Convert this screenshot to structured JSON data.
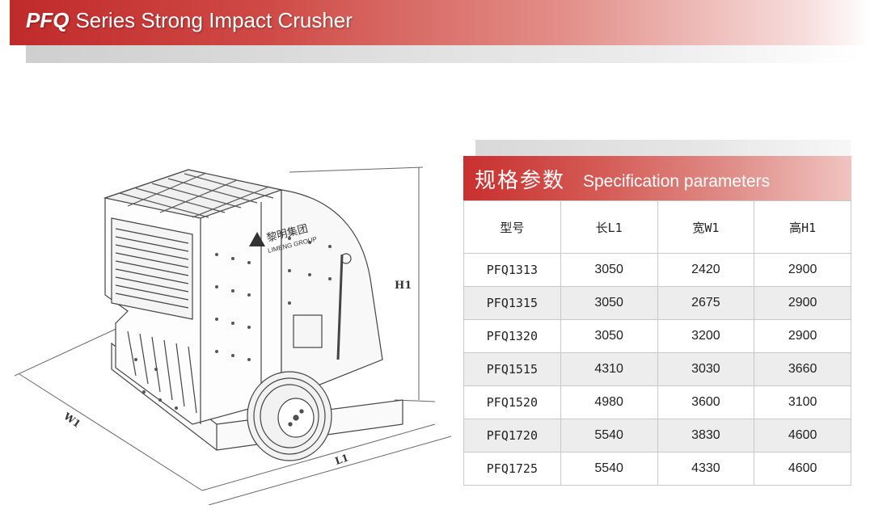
{
  "header": {
    "title_prefix": "PFQ",
    "title_rest": "Series Strong Impact Crusher"
  },
  "figure": {
    "logo_cn": "黎明集团",
    "logo_en": "LIMENG GROUP",
    "dim_h": "H1",
    "dim_w": "W1",
    "dim_l": "L1"
  },
  "spec": {
    "title_cn": "规格参数",
    "title_en": "Specification parameters",
    "columns": [
      "型号",
      "长L1",
      "宽W1",
      "高H1"
    ],
    "rows": [
      [
        "PFQ1313",
        "3050",
        "2420",
        "2900"
      ],
      [
        "PFQ1315",
        "3050",
        "2675",
        "2900"
      ],
      [
        "PFQ1320",
        "3050",
        "3200",
        "2900"
      ],
      [
        "PFQ1515",
        "4310",
        "3030",
        "3660"
      ],
      [
        "PFQ1520",
        "4980",
        "3600",
        "3100"
      ],
      [
        "PFQ1720",
        "5540",
        "3830",
        "4600"
      ],
      [
        "PFQ1725",
        "5540",
        "4330",
        "4600"
      ]
    ]
  }
}
